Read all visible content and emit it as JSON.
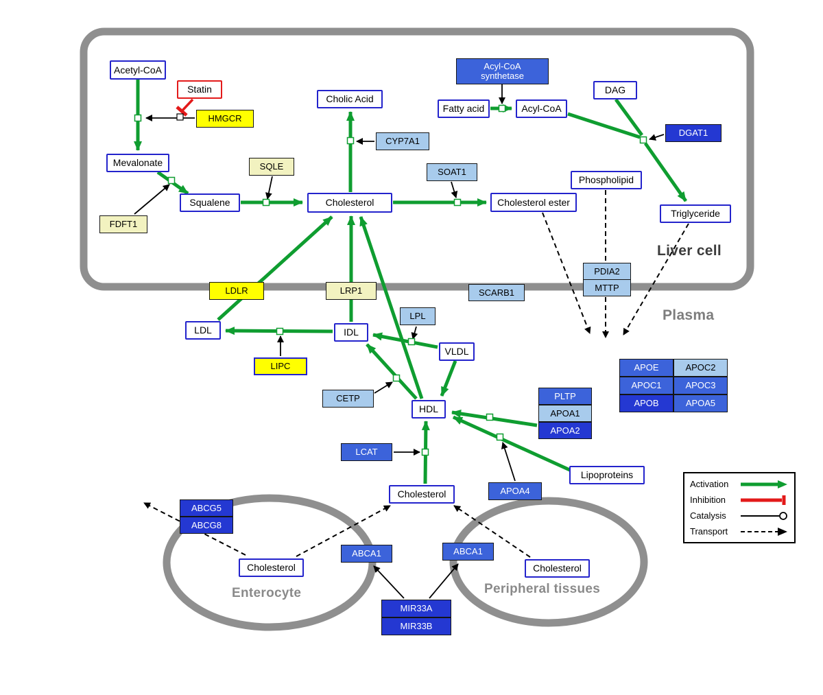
{
  "compartments": {
    "liver": "Liver cell",
    "plasma": "Plasma",
    "enterocyte": "Enterocyte",
    "peripheral": "Peripheral tissues"
  },
  "nodes": {
    "acetyl_coa": "Acetyl-CoA",
    "statin": "Statin",
    "hmgcr": "HMGCR",
    "mevalonate": "Mevalonate",
    "fdft1": "FDFT1",
    "squalene": "Squalene",
    "sqle": "SQLE",
    "cholesterol_liver": "Cholesterol",
    "cholic_acid": "Cholic Acid",
    "cyp7a1": "CYP7A1",
    "soat1": "SOAT1",
    "cholesterol_ester": "Cholesterol ester",
    "acyl_coa_synthetase": "Acyl-CoA synthetase",
    "fatty_acid": "Fatty acid",
    "acyl_coa": "Acyl-CoA",
    "dag": "DAG",
    "dgat1": "DGAT1",
    "phospholipid": "Phospholipid",
    "triglyceride": "Triglyceride",
    "pdia2": "PDIA2",
    "mttp": "MTTP",
    "ldlr": "LDLR",
    "lrp1": "LRP1",
    "scarb1": "SCARB1",
    "ldl": "LDL",
    "idl": "IDL",
    "lpl": "LPL",
    "vldl": "VLDL",
    "lipc": "LIPC",
    "cetp": "CETP",
    "hdl": "HDL",
    "lcat": "LCAT",
    "pltp": "PLTP",
    "apoa1": "APOA1",
    "apoa2": "APOA2",
    "apoa4": "APOA4",
    "lipoproteins": "Lipoproteins",
    "apoe": "APOE",
    "apoc2": "APOC2",
    "apoc1": "APOC1",
    "apoc3": "APOC3",
    "apob": "APOB",
    "apoa5": "APOA5",
    "cholesterol_plasma": "Cholesterol",
    "abcg5": "ABCG5",
    "abcg8": "ABCG8",
    "cholesterol_enterocyte": "Cholesterol",
    "abca1_enterocyte": "ABCA1",
    "abca1_peripheral": "ABCA1",
    "cholesterol_peripheral": "Cholesterol",
    "mir33a": "MIR33A",
    "mir33b": "MIR33B"
  },
  "legend": {
    "activation": "Activation",
    "inhibition": "Inhibition",
    "catalysis": "Catalysis",
    "transport": "Transport"
  },
  "palette": {
    "activation_green": "#0f9d30",
    "inhibition_red": "#e31a1a",
    "metabolite_border_blue": "#2323cc",
    "gene_yellow": "#ffff00",
    "gene_pale_yellow": "#f2f2c0",
    "gene_blue_light": "#a8cbec",
    "gene_blue_medium": "#3c63da",
    "gene_blue_dark": "#2438d2",
    "compartment_gray": "#8f8f8f"
  }
}
